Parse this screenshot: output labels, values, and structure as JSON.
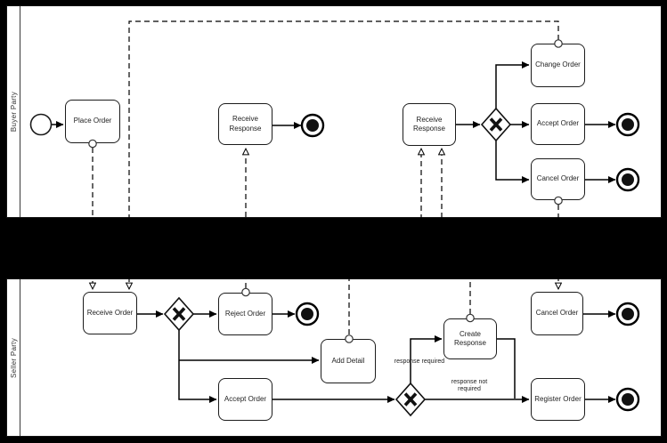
{
  "pools": {
    "buyer": {
      "label": "Buyer Party"
    },
    "seller": {
      "label": "Seller Party"
    }
  },
  "buyer": {
    "place_order": "Place Order",
    "receive_response_left": "Receive\nResponse",
    "receive_response_right": "Receive\nResponse",
    "change_order": "Change Order",
    "accept_order": "Accept Order",
    "cancel_order": "Cancel Order"
  },
  "seller": {
    "receive_order": "Receive Order",
    "reject_order": "Reject Order",
    "add_detail": "Add Detail",
    "accept_order": "Accept Order",
    "create_response": "Create\nResponse",
    "cancel_order": "Cancel Order",
    "register_order": "Register Order"
  },
  "flow_labels": {
    "response_required": "response required",
    "response_not_required": "response not\nrequired"
  },
  "colors": {
    "background": "#000000",
    "pool_fill": "#ffffff",
    "line": "#000000",
    "terminate_fill": "#111111"
  }
}
